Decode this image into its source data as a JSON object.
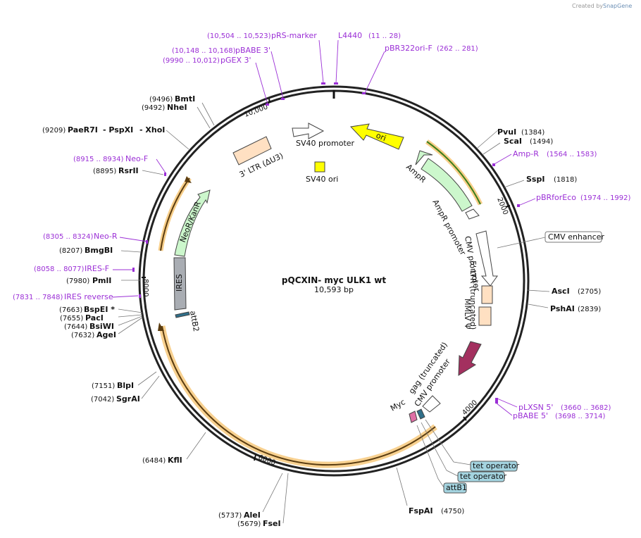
{
  "credit": {
    "text": "Created by",
    "brand": "SnapGene"
  },
  "plasmid": {
    "name": "pQCXIN- myc ULK1 wt",
    "size": "10,593 bp"
  },
  "ticks": [
    "10,000",
    "2000",
    "4000",
    "6000",
    "8000"
  ],
  "sites": {
    "bmti": {
      "name": "BmtI",
      "pos": "(9496)"
    },
    "nhei": {
      "name": "NheI",
      "pos": "(9492)"
    },
    "paer7i": {
      "name": "PaeR7I",
      "pos": "(9209)"
    },
    "pspxi": {
      "name": "- PspXI",
      "pos": ""
    },
    "xhoi": {
      "name": "- XhoI",
      "pos": ""
    },
    "rsrii": {
      "name": "RsrII",
      "pos": "(8895)"
    },
    "bmgbi": {
      "name": "BmgBI",
      "pos": "(8207)"
    },
    "pmli": {
      "name": "PmlI",
      "pos": "(7980)"
    },
    "bspei": {
      "name": "BspEI *",
      "pos": "(7663)"
    },
    "paci": {
      "name": "PacI",
      "pos": "(7655)"
    },
    "bsiwi": {
      "name": "BsiWI",
      "pos": "(7644)"
    },
    "agei": {
      "name": "AgeI",
      "pos": "(7632)"
    },
    "blpi": {
      "name": "BlpI",
      "pos": "(7151)"
    },
    "sgrai": {
      "name": "SgrAI",
      "pos": "(7042)"
    },
    "kfli": {
      "name": "KflI",
      "pos": "(6484)"
    },
    "alei": {
      "name": "AleI",
      "pos": "(5737)"
    },
    "fsei": {
      "name": "FseI",
      "pos": "(5679)"
    },
    "fspai": {
      "name": "FspAI",
      "pos": "(4750)"
    },
    "pvui": {
      "name": "PvuI",
      "pos": "(1384)"
    },
    "scai": {
      "name": "ScaI",
      "pos": "(1494)"
    },
    "sspi": {
      "name": "SspI",
      "pos": "(1818)"
    },
    "asci": {
      "name": "AscI",
      "pos": "(2705)"
    },
    "pshai": {
      "name": "PshAI",
      "pos": "(2839)"
    }
  },
  "primers": {
    "prs": {
      "name": "pRS-marker",
      "pos": "(10,504 .. 10,523)"
    },
    "l4440": {
      "name": "L4440",
      "pos": "(11 .. 28)"
    },
    "pbr322": {
      "name": "pBR322ori-F",
      "pos": "(262 .. 281)"
    },
    "pbabe3": {
      "name": "pBABE 3'",
      "pos": "(10,148 .. 10,168)"
    },
    "pgex3": {
      "name": "pGEX 3'",
      "pos": "(9990 .. 10,012)"
    },
    "neof": {
      "name": "Neo-F",
      "pos": "(8915 .. 8934)"
    },
    "neor": {
      "name": "Neo-R",
      "pos": "(8305 .. 8324)"
    },
    "iresf": {
      "name": "IRES-F",
      "pos": "(8058 .. 8077)"
    },
    "iresrev": {
      "name": "IRES reverse",
      "pos": "(7831 .. 7848)"
    },
    "ampr": {
      "name": "Amp-R",
      "pos": "(1564 .. 1583)"
    },
    "pbrforeco": {
      "name": "pBRforEco",
      "pos": "(1974 .. 1992)"
    },
    "plxsn": {
      "name": "pLXSN 5'",
      "pos": "(3660 .. 3682)"
    },
    "pbabe5": {
      "name": "pBABE 5'",
      "pos": "(3698 .. 3714)"
    }
  },
  "boxes": {
    "cmvenh": "CMV enhancer",
    "tet1": "tet operator",
    "tet2": "tet operator",
    "attb1": "attB1"
  },
  "features": {
    "sv40prom": "SV40 promoter",
    "ori": "ori",
    "sv40ori": "SV40 ori",
    "ltr3": "3' LTR (ΔU3)",
    "ampr": "AmpR",
    "amprprom": "AmpR promoter",
    "cmvprom": "CMV promoter",
    "ltr5": "5' LTR (truncated)",
    "mmlv": "MMLV Ψ",
    "gag": "gag (truncated)",
    "cmvprom2": "CMV promoter",
    "myc": "Myc",
    "neor": "NeoR/KanR",
    "ires": "IRES",
    "attb2": "attB2"
  },
  "colors": {
    "ori": "#ffff00",
    "ampr": "#ccf7cc",
    "ltr": "#ffe0c2",
    "neor": "#ccf7cc",
    "ires": "#a9adb3",
    "gag": "#a3305f",
    "orf_highlight": "#f5c26b",
    "primer": "#9b2fd6",
    "tag_box": "#a4d4e0"
  }
}
